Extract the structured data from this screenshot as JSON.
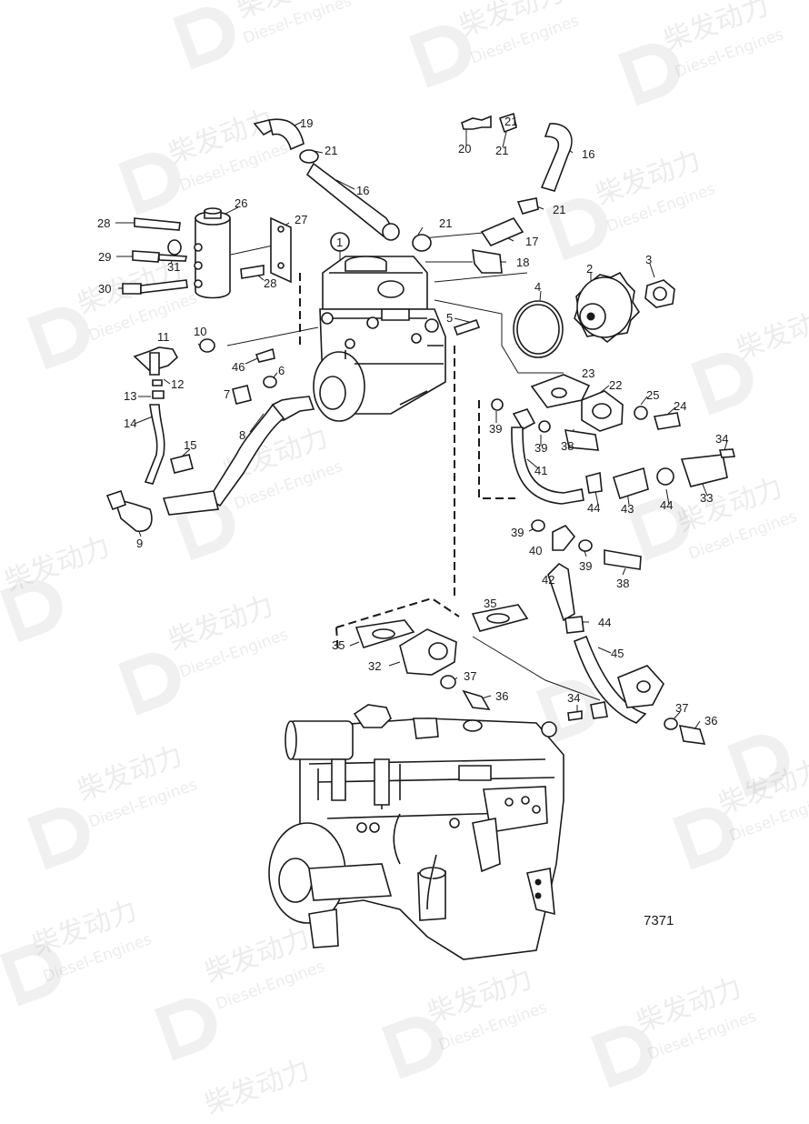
{
  "watermark": {
    "brand": "柴发动力",
    "subtitle": "Diesel-Engines"
  },
  "drawing_number": "7371",
  "callouts": [
    "1",
    "2",
    "3",
    "4",
    "5",
    "6",
    "7",
    "8",
    "9",
    "10",
    "11",
    "12",
    "13",
    "14",
    "15",
    "16",
    "16",
    "17",
    "18",
    "19",
    "20",
    "21",
    "21",
    "21",
    "21",
    "21",
    "22",
    "23",
    "24",
    "25",
    "26",
    "27",
    "28",
    "28",
    "29",
    "30",
    "31",
    "32",
    "33",
    "34",
    "34",
    "35",
    "35",
    "35",
    "36",
    "36",
    "37",
    "37",
    "38",
    "38",
    "39",
    "39",
    "39",
    "39",
    "40",
    "41",
    "42",
    "43",
    "44",
    "44",
    "44",
    "45",
    "46"
  ]
}
